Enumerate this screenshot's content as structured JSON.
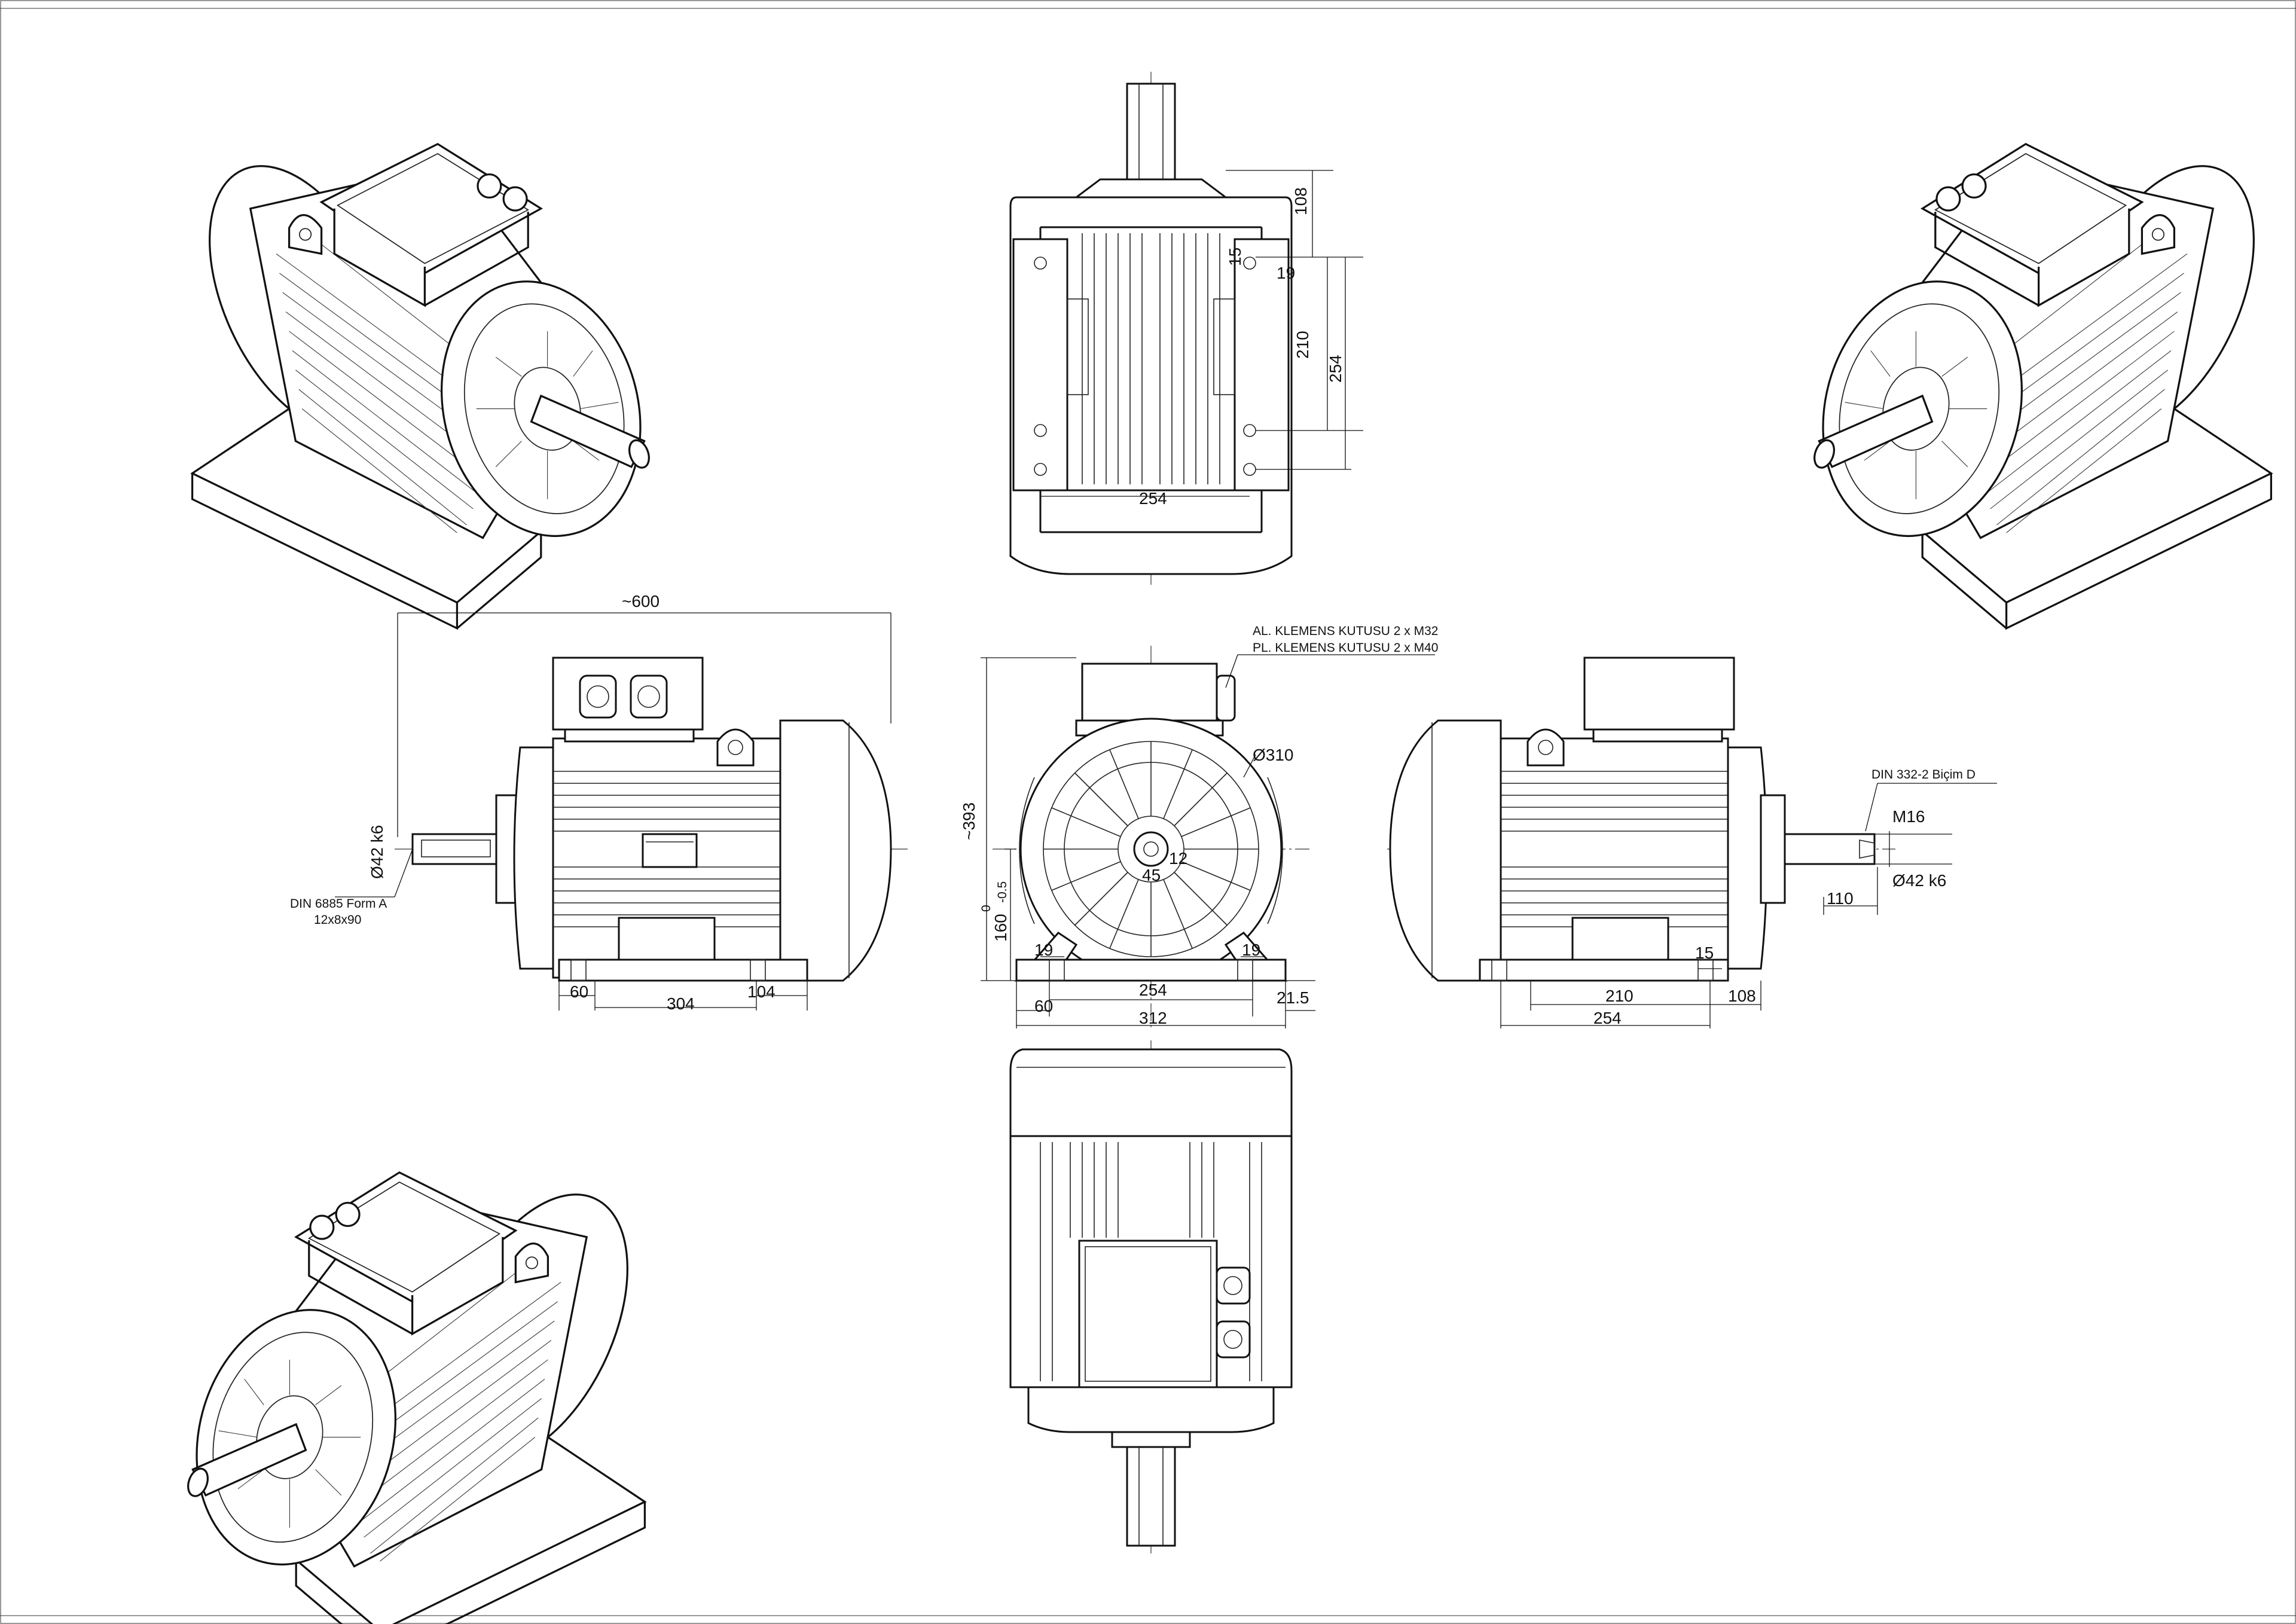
{
  "drawing": {
    "top_view": {
      "dim_108": "108",
      "dim_15": "15",
      "dim_19": "19",
      "dim_210": "210",
      "dim_254_v": "254",
      "dim_254_h": "254"
    },
    "side_view_left": {
      "dim_600": "~600",
      "dim_shaft": "Ø42 k6",
      "key_note_1": "DIN 6885 Form A",
      "key_note_2": "12x8x90",
      "dim_60": "60",
      "dim_304": "304",
      "dim_104": "104"
    },
    "front_view": {
      "note_al": "AL. KLEMENS KUTUSU 2 x M32",
      "note_pl": "PL. KLEMENS KUTUSU 2 x M40",
      "dim_310": "Ø310",
      "dim_393": "~393",
      "dim_160": "160",
      "dim_160_up": "0",
      "dim_160_lo": "-0.5",
      "dim_12": "12",
      "dim_45": "45",
      "dim_19_l": "19",
      "dim_19_r": "19",
      "dim_254": "254",
      "dim_60": "60",
      "dim_312": "312",
      "dim_215": "21.5"
    },
    "side_view_right": {
      "note_din": "DIN 332-2 Biçim D",
      "dim_m16": "M16",
      "dim_shaft": "Ø42 k6",
      "dim_110": "110",
      "dim_15": "15",
      "dim_210": "210",
      "dim_108": "108",
      "dim_254": "254"
    }
  }
}
